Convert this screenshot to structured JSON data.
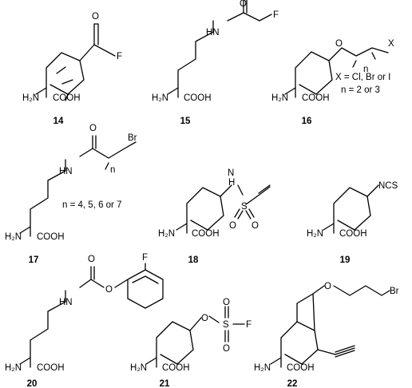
{
  "compounds": [
    {
      "number": "14",
      "substituent": {
        "F": "F"
      }
    },
    {
      "number": "15",
      "substituent": {
        "HN": "HN",
        "F": "F"
      }
    },
    {
      "number": "16",
      "substituent": {
        "O": "O",
        "X": "X",
        "n": "n"
      },
      "notes": [
        "X = Cl, Br or I",
        "n = 2 or 3"
      ]
    },
    {
      "number": "17",
      "substituent": {
        "HN": "HN",
        "Br": "Br",
        "n": "n"
      },
      "notes": [
        "n = 4, 5, 6 or 7"
      ]
    },
    {
      "number": "18",
      "substituent": {
        "N": "N",
        "H": "H",
        "S": "S"
      }
    },
    {
      "number": "19",
      "substituent": {
        "NCS": "NCS"
      }
    },
    {
      "number": "20",
      "substituent": {
        "HN": "HN",
        "F": "F"
      }
    },
    {
      "number": "21",
      "substituent": {
        "S": "S",
        "F": "F"
      }
    },
    {
      "number": "22",
      "substituent": {
        "Br": "Br"
      }
    }
  ],
  "core": {
    "amine": "H₂N",
    "acid": "COOH"
  },
  "atom_o": "O"
}
